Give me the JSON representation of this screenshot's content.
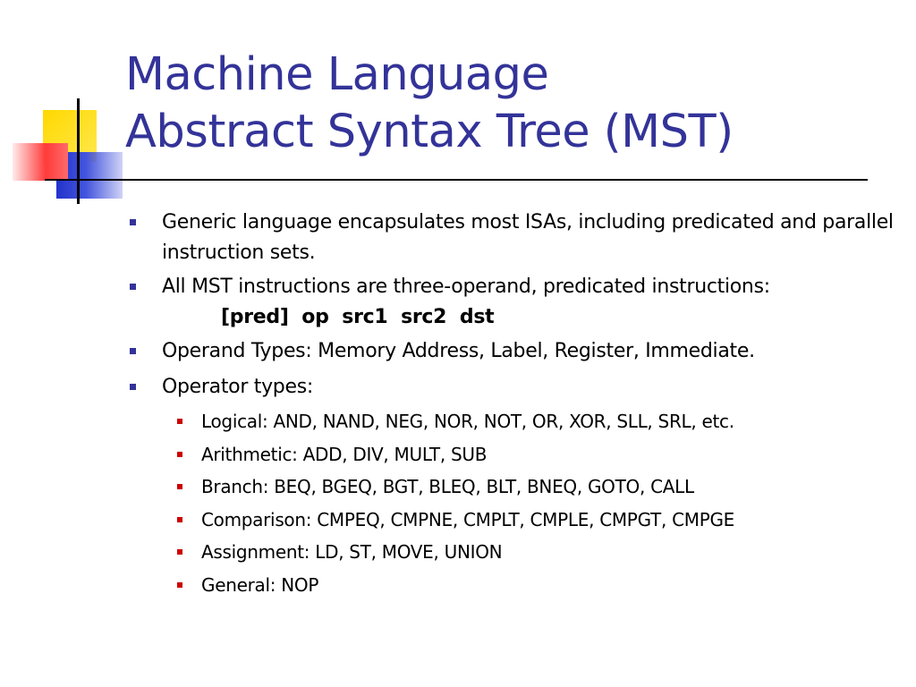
{
  "slide": {
    "title_line1": "Machine Language",
    "title_line2": "Abstract Syntax Tree (MST)",
    "colors": {
      "title": "#333399",
      "bullet_level1": "#333399",
      "bullet_level2": "#cc0000",
      "text": "#000000"
    },
    "bullets": [
      {
        "text": "Generic language encapsulates most ISAs, including predicated and parallel instruction sets."
      },
      {
        "text": "All MST instructions are three-operand, predicated instructions:",
        "code": "[pred]  op  src1  src2  dst"
      },
      {
        "text": "Operand Types: Memory Address, Label, Register, Immediate."
      },
      {
        "text": "Operator types:"
      }
    ],
    "operator_types": [
      "Logical: AND, NAND, NEG, NOR, NOT, OR, XOR, SLL, SRL, etc.",
      "Arithmetic: ADD, DIV, MULT, SUB",
      "Branch: BEQ, BGEQ, BGT, BLEQ, BLT, BNEQ, GOTO, CALL",
      "Comparison: CMPEQ, CMPNE, CMPLT, CMPLE, CMPGT, CMPGE",
      "Assignment: LD, ST, MOVE, UNION",
      "General: NOP"
    ]
  }
}
